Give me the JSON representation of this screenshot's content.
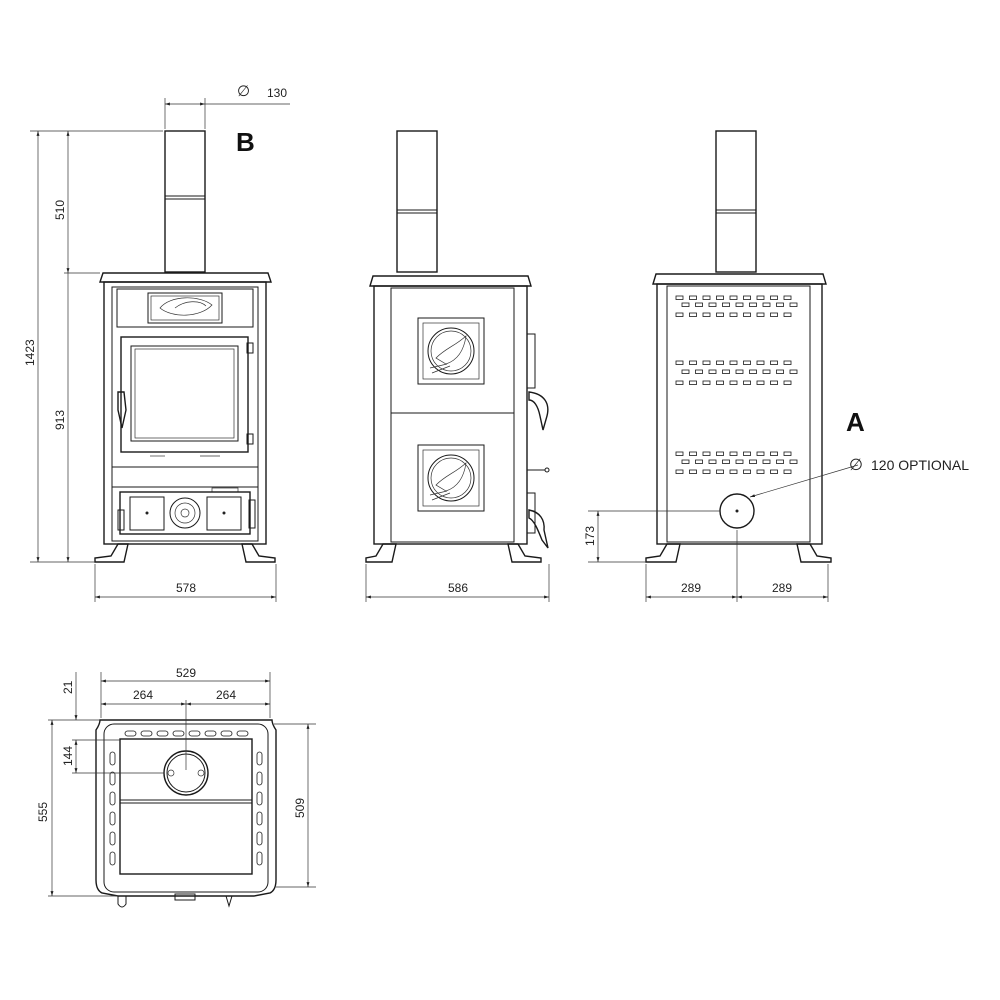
{
  "labels": {
    "view_b": "B",
    "view_a": "A",
    "flue_diameter": "130",
    "optional_outlet": "120 OPTIONAL",
    "diameter_symbol": "∅"
  },
  "front_view": {
    "total_height": "1423",
    "flue_height": "510",
    "body_height": "913",
    "width": "578"
  },
  "side_view": {
    "width": "586"
  },
  "back_view": {
    "outlet_height": "173",
    "half_width_left": "289",
    "half_width_right": "289"
  },
  "top_view": {
    "total_width": "529",
    "half_left": "264",
    "half_right": "264",
    "offset_top": "21",
    "flue_offset": "144",
    "depth_total": "555",
    "depth_body": "509"
  }
}
